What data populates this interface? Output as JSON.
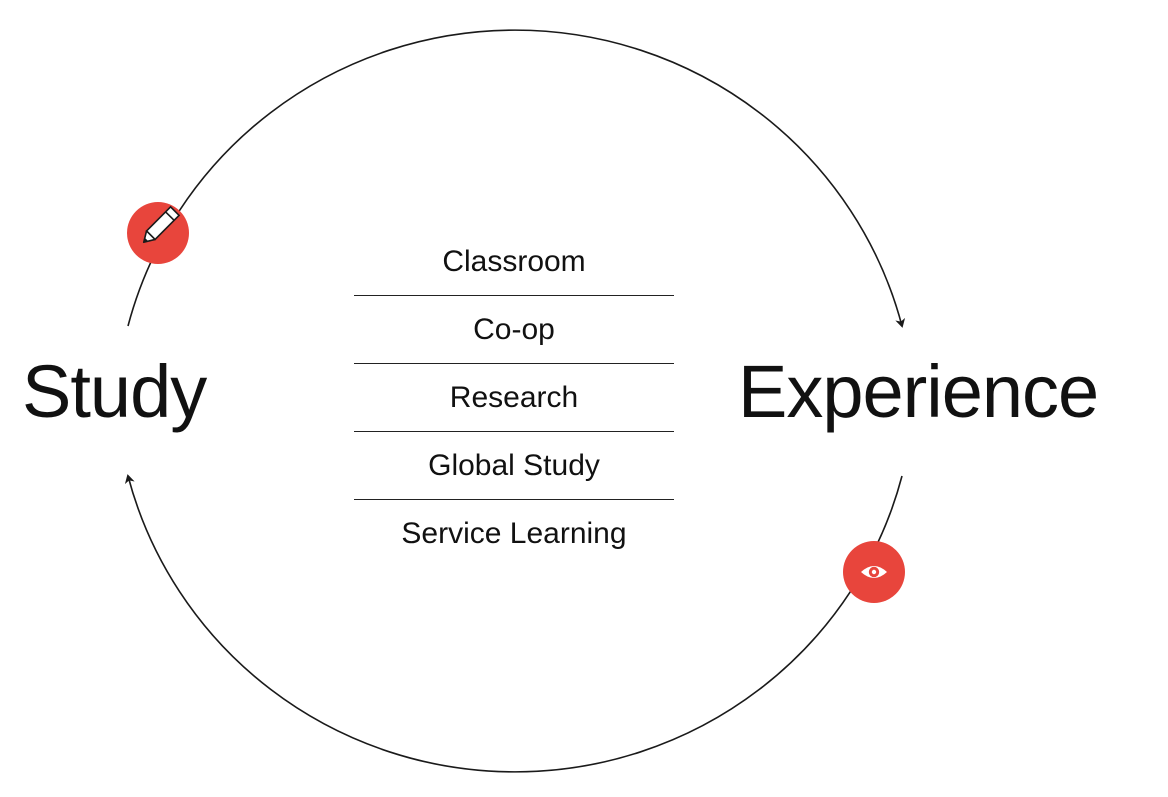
{
  "nodes": {
    "study": "Study",
    "experience": "Experience"
  },
  "modes": [
    "Classroom",
    "Co-op",
    "Research",
    "Global Study",
    "Service Learning"
  ],
  "icons": {
    "study_badge": "pencil-icon",
    "experience_badge": "eye-icon"
  },
  "colors": {
    "accent": "#e8453c",
    "line": "#1a1a1a",
    "text": "#111111",
    "background": "#ffffff"
  }
}
